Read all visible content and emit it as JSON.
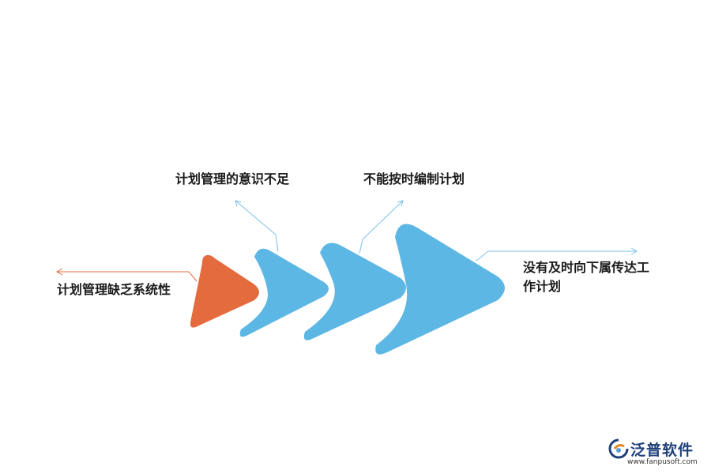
{
  "diagram": {
    "labels": {
      "left": "计划管理缺乏系统性",
      "top_first": "计划管理的意识不足",
      "top_second": "不能按时编制计划",
      "right": "没有及时向下属传达工作计划"
    },
    "colors": {
      "orange_shape": "#E46B3E",
      "blue_shape": "#5DB7E5",
      "leader_orange": "#E46B3E",
      "leader_blue": "#7CC0E6"
    }
  },
  "watermark": {
    "brand_name": "泛普软件",
    "url": "www.fanpusoft.com",
    "icon": "fanpu-logo-icon"
  }
}
